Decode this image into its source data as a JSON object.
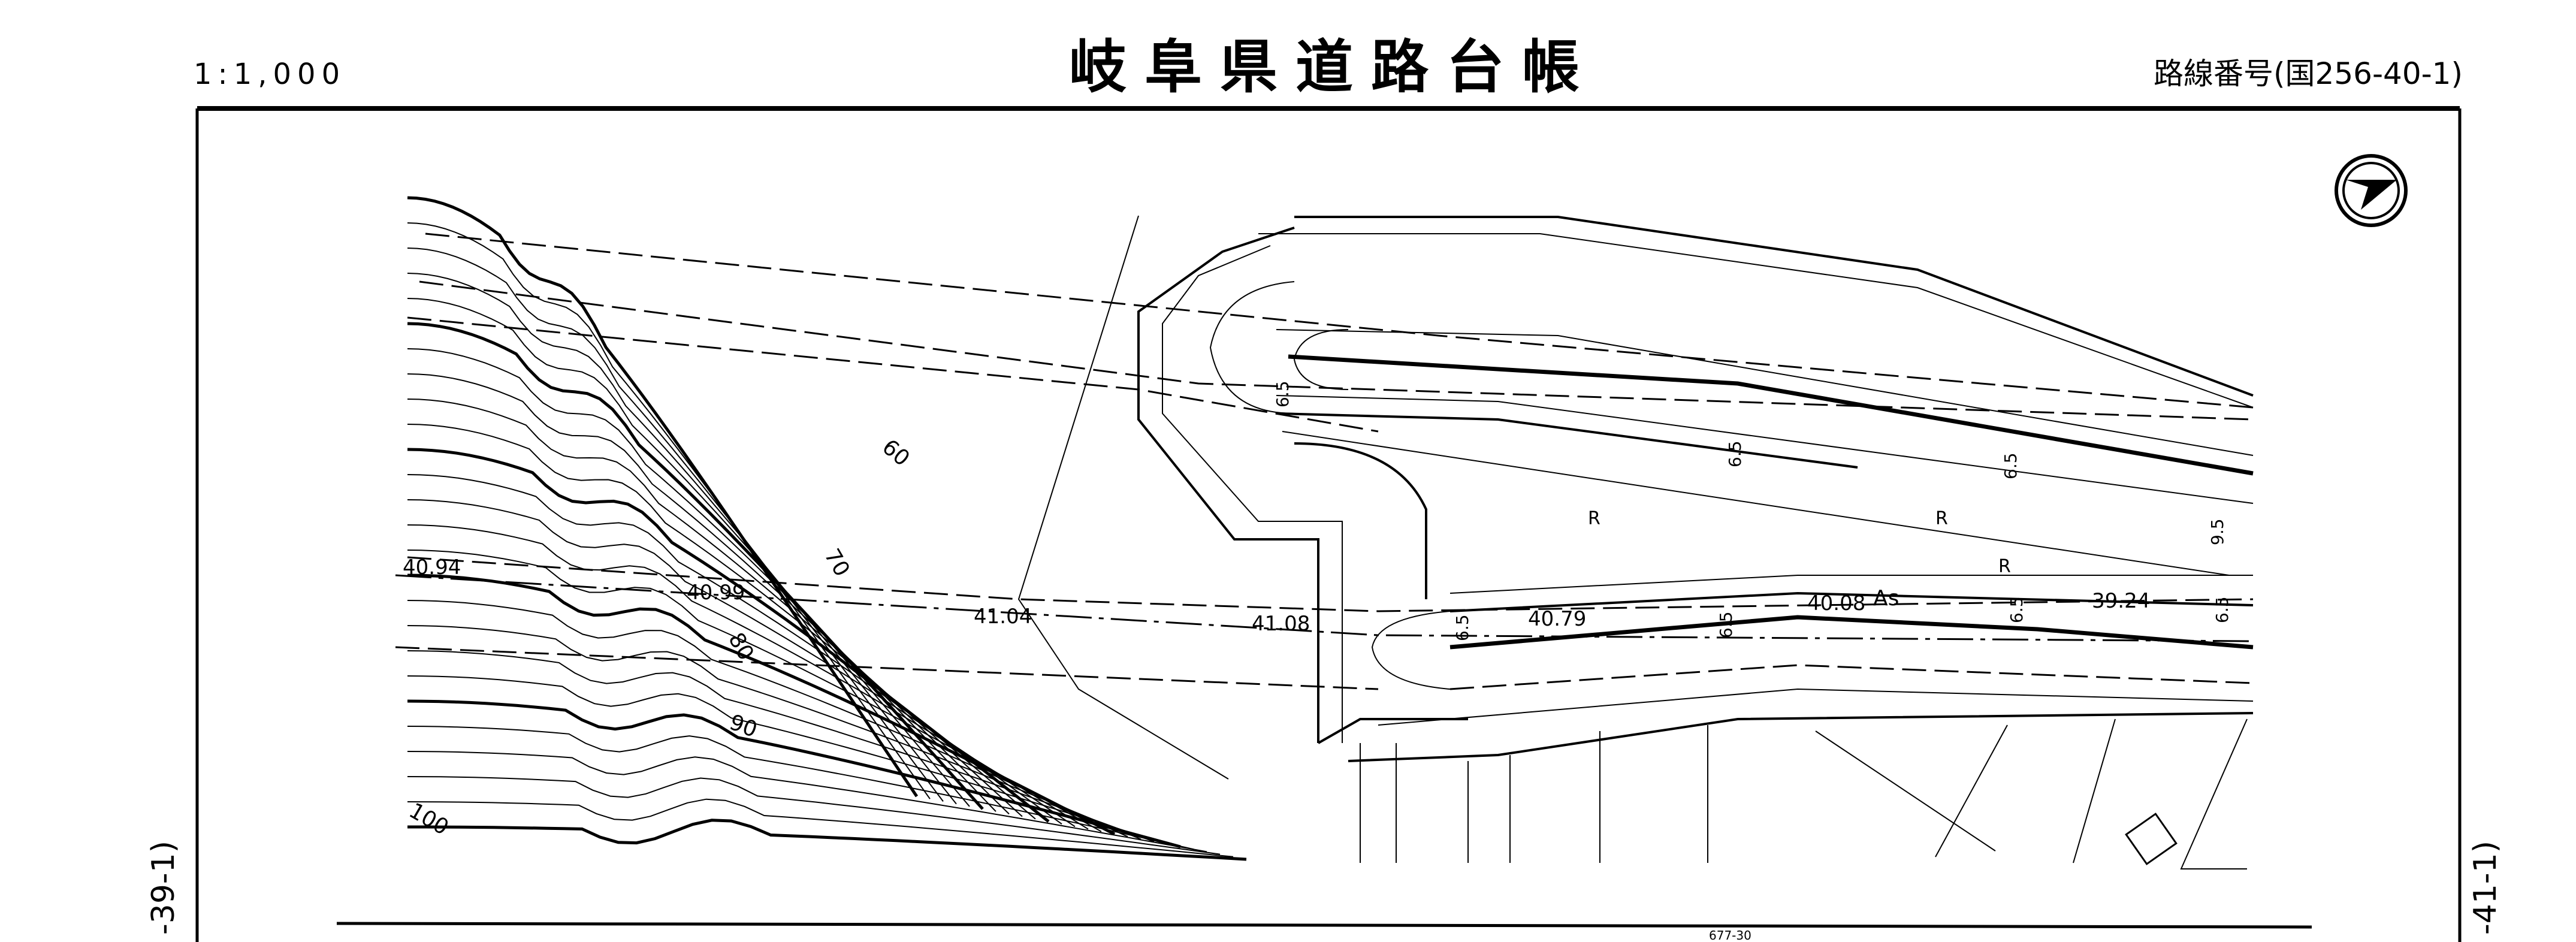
{
  "header": {
    "scale": "1:1,000",
    "title": "岐阜県道路台帳",
    "route_number": "路線番号(国256-40-1)"
  },
  "side_labels": {
    "left": "-39-1)",
    "right": "-41-1)"
  },
  "contour_labels": [
    "60",
    "70",
    "80",
    "90",
    "100"
  ],
  "elevations": [
    "40.94",
    "40.99",
    "41.04",
    "41.08",
    "40.79",
    "40.08",
    "39.24"
  ],
  "road_labels": {
    "surface": "As",
    "r1": "R",
    "r2": "R",
    "r3": "R",
    "width_65": "6.5",
    "width_95": "9.5"
  },
  "parcel_number": "677-30"
}
